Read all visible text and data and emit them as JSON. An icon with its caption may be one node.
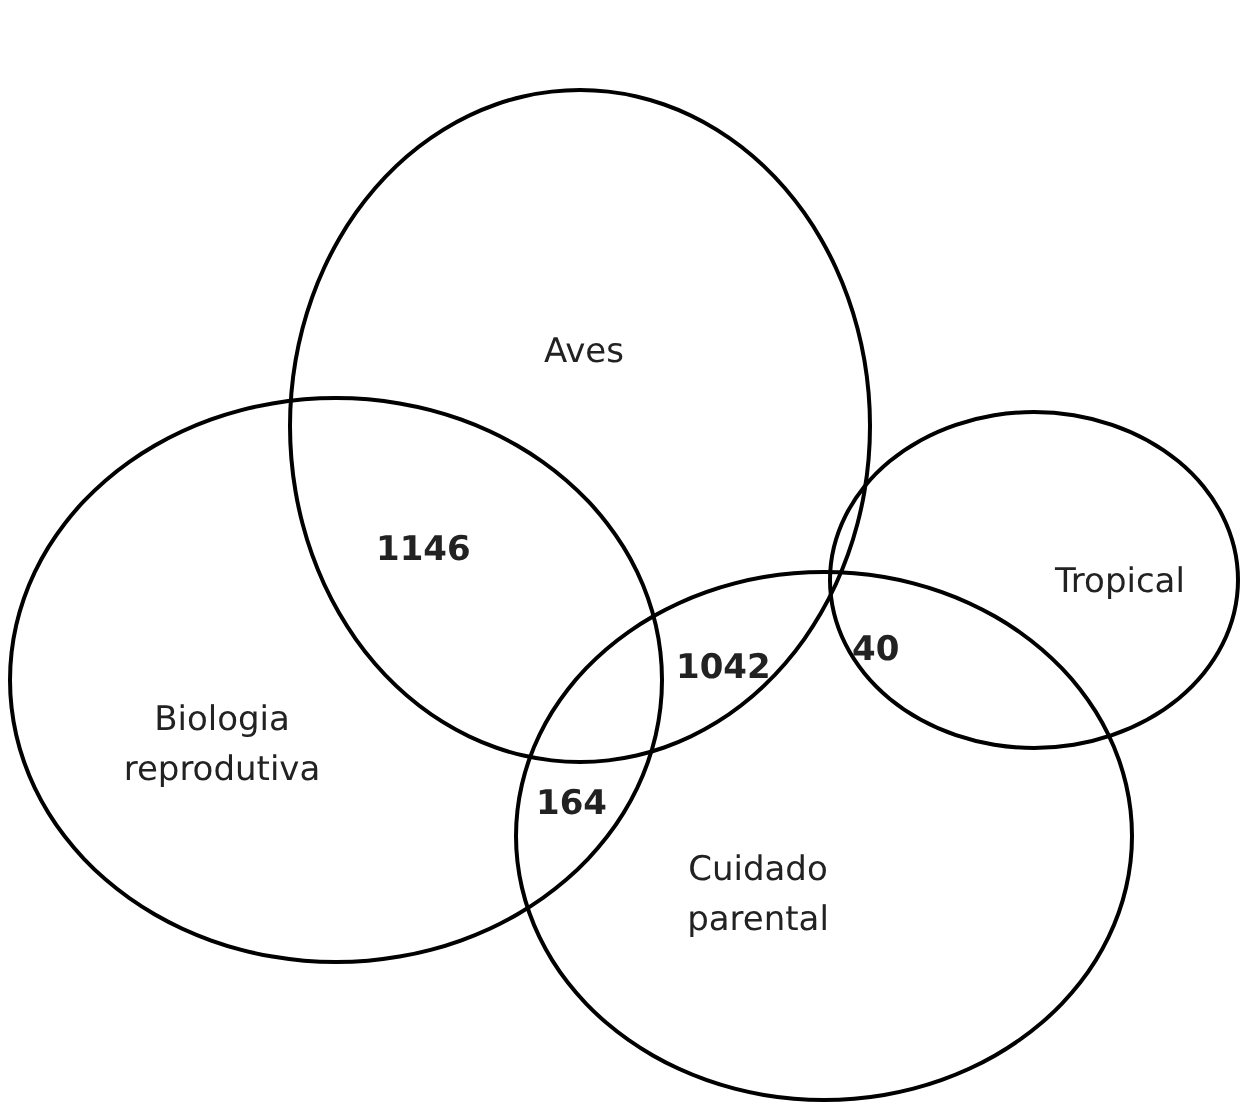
{
  "diagram": {
    "nodes": [
      {
        "text": [
          "Aves"
        ]
      },
      {
        "text": [
          "Biologia reprodutiva"
        ]
      },
      {
        "text": [
          "Tropical"
        ]
      },
      {
        "text": [
          "Cuidado parental"
        ]
      }
    ],
    "labels": [
      "1146",
      "40",
      "1042",
      "164"
    ]
  }
}
